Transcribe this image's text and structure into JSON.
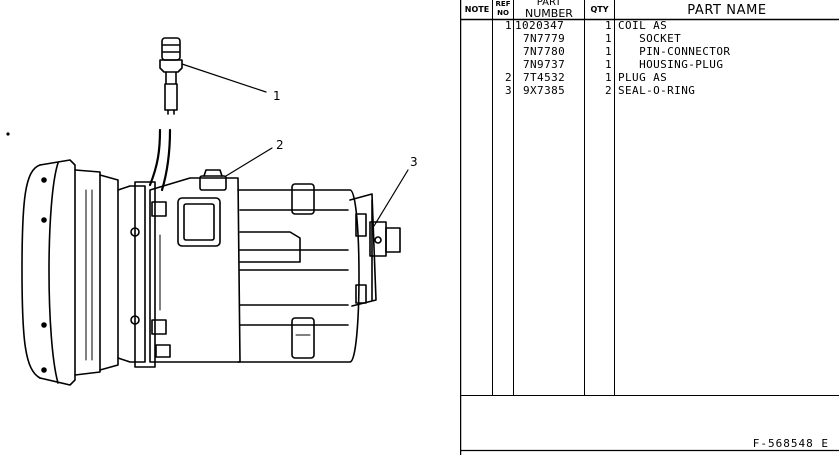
{
  "table": {
    "headers": {
      "note": "NOTE",
      "ref_line1": "REF",
      "ref_line2": "NO",
      "part_line1": "PART",
      "part_line2": "NUMBER",
      "qty": "QTY",
      "name": "PART NAME"
    },
    "rows": [
      {
        "ref": "1",
        "part": "1020347",
        "qty": "1",
        "name": "COIL AS"
      },
      {
        "ref": "",
        "part": "7N7779",
        "qty": "1",
        "name": "   SOCKET"
      },
      {
        "ref": "",
        "part": "7N7780",
        "qty": "1",
        "name": "   PIN-CONNECTOR"
      },
      {
        "ref": "",
        "part": "7N9737",
        "qty": "1",
        "name": "   HOUSING-PLUG"
      },
      {
        "ref": "2",
        "part": "7T4532",
        "qty": "1",
        "name": "PLUG AS"
      },
      {
        "ref": "3",
        "part": "9X7385",
        "qty": "2",
        "name": "SEAL-O-RING"
      }
    ]
  },
  "illustration": {
    "callouts": [
      "1",
      "2",
      "3"
    ]
  },
  "footer": {
    "drawing_id": "F-568548 E"
  }
}
